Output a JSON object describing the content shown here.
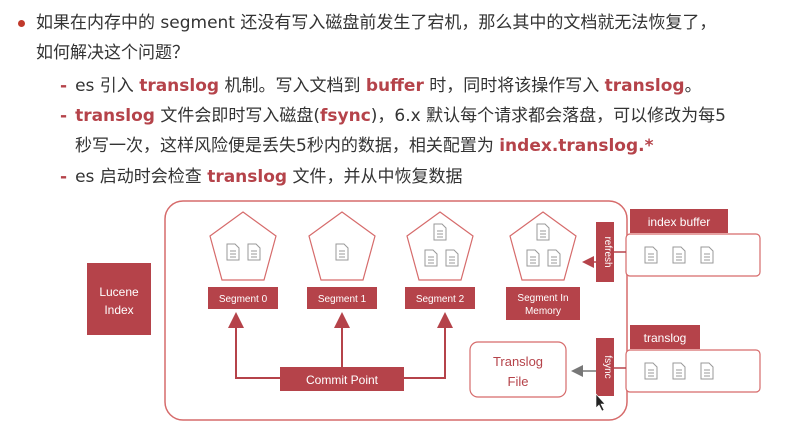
{
  "text": {
    "p1_line1": "如果在内存中的 segment 还没有写入磁盘前发生了宕机，那么其中的文档就无法恢复了，",
    "p1_line2": "如何解决这个问题？",
    "s1_a": "es 引入 ",
    "s1_kw1": "translog",
    "s1_b": " 机制。写入文档到 ",
    "s1_kw2": "buffer",
    "s1_c": " 时，同时将该操作写入 ",
    "s1_kw3": "translog",
    "s1_d": "。",
    "s2_kw1": "translog",
    "s2_a": " 文件会即时写入磁盘(",
    "s2_kw2": "fsync",
    "s2_b": ")，6.x 默认每个请求都会落盘，可以修改为每5",
    "s2_line2_a": "秒写一次，这样风险便是丢失5秒内的数据，相关配置为 ",
    "s2_kw3": "index.translog.*",
    "s3_a": "es 启动时会检查 ",
    "s3_kw1": "translog",
    "s3_b": " 文件，并从中恢复数据",
    "dash": "-"
  },
  "diagram": {
    "lucene_index": [
      "Lucene",
      "Index"
    ],
    "segments": [
      "Segment 0",
      "Segment 1",
      "Segment 2"
    ],
    "segment_in_memory": [
      "Segment In",
      "Memory"
    ],
    "commit_point": "Commit Point",
    "translog_file": [
      "Translog",
      "File"
    ],
    "refresh": "refresh",
    "fsync": "fsync",
    "index_buffer": "index buffer",
    "translog": "translog"
  },
  "colors": {
    "accent": "#b5434a",
    "outline": "#d66b6b",
    "doc": "#999999"
  }
}
